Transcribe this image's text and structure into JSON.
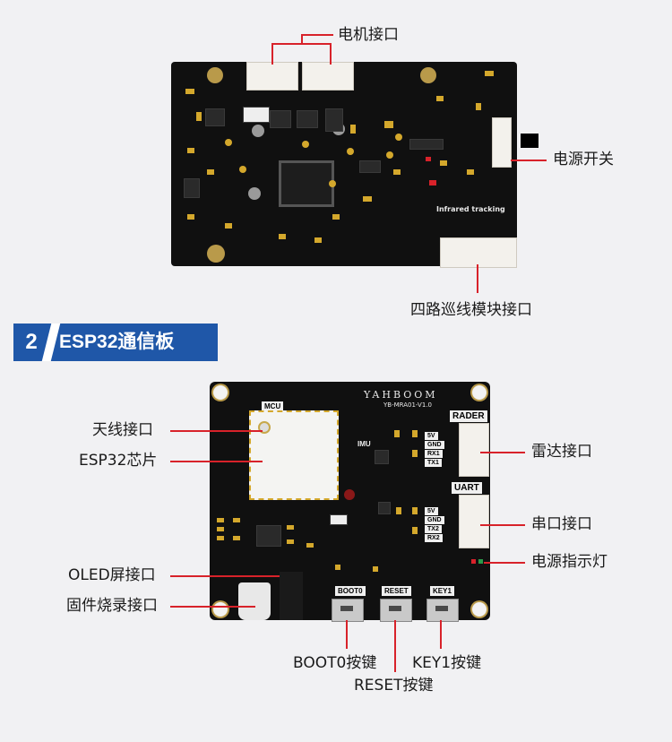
{
  "top_board": {
    "labels": {
      "motor": "电机接口",
      "power_switch": "电源开关",
      "tracking": "四路巡线模块接口"
    },
    "silk": {
      "infrared": "Infrared tracking"
    }
  },
  "section": {
    "number": "2",
    "title": "ESP32通信板"
  },
  "esp_board": {
    "brand": "YAHBOOM",
    "model": "YB-MRA01-V1.0",
    "silk": {
      "mcu": "MCU",
      "imu": "IMU",
      "rader": "RADER",
      "uart": "UART",
      "rader_pins": [
        "5V",
        "GND",
        "RX1",
        "TX1"
      ],
      "uart_pins": [
        "5V",
        "GND",
        "TX2",
        "RX2"
      ],
      "boot": "BOOT0",
      "reset": "RESET",
      "key": "KEY1"
    },
    "labels": {
      "antenna": "天线接口",
      "chip": "ESP32芯片",
      "oled": "OLED屏接口",
      "firmware": "固件烧录接口",
      "radar": "雷达接口",
      "serial": "串口接口",
      "power_led": "电源指示灯",
      "boot0_key": "BOOT0按键",
      "key1_key": "KEY1按键",
      "reset_key": "RESET按键"
    }
  },
  "colors": {
    "accent": "#d8222a",
    "section_bg": "#1f57a8",
    "pcb": "#101010",
    "gold": "#d4a82c"
  }
}
